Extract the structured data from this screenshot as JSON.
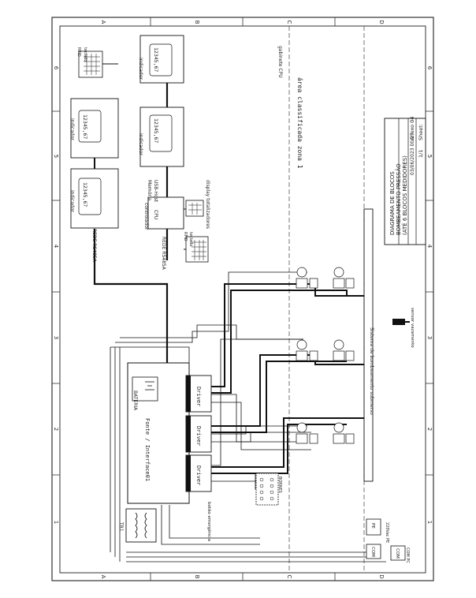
{
  "zones": {
    "columns_top": [
      "A",
      "B",
      "C",
      "D"
    ],
    "columns_bottom": [
      "A",
      "B",
      "C",
      "D"
    ],
    "rows_left": [
      "6",
      "5",
      "4",
      "3",
      "2",
      "1"
    ],
    "rows_right": [
      "6",
      "5",
      "4",
      "3",
      "2",
      "1"
    ]
  },
  "title_block": {
    "title_line1": "DIAGRAMA DE BLOCOS",
    "title_line2": "BOMBEAMENTO PRESSÃO",
    "title_line3": "(ATÉ 6 BLOCOS MEDIDORES)",
    "annex": "Anexo 04",
    "date": "03/06/2023 00:27",
    "sheet": "Sheet:",
    "sheet_value": "1/1"
  },
  "labels": {
    "indicator": "indicador",
    "display_value": "12345,67",
    "controller": "controlador",
    "cpu": "CPU",
    "memory": "Memória",
    "usb_host": "USB-Host",
    "display_totalizadores": "display totalizadores",
    "rfid": "RFID",
    "teclado": "teclado",
    "rede_rs485_a": "REDE RS485A",
    "rede_rs485_b": "REDE RS485A",
    "gabinete_cpu": "gabinete CPU",
    "area_classificada": "área classificada zona 1",
    "fonte": "Fonte / Interface01",
    "bateria": "BATERIA",
    "driver": "Driver",
    "sistema_bombeamento": "Sistema de bombeamento submerso",
    "sensor_vazamento": "sensor vazamento",
    "botao_emergencia": "botão emergência",
    "bornes": "BORNES",
    "trafo": "TR1",
    "pe": "PE",
    "cable_220v": "220Vac",
    "com1": "COM",
    "com2": "COM",
    "com_pc": "COM PC",
    "pe_label": "220Vac PE"
  },
  "colors": {
    "line": "#111111",
    "border": "#333333",
    "dashed": "#555555",
    "background": "#ffffff"
  }
}
